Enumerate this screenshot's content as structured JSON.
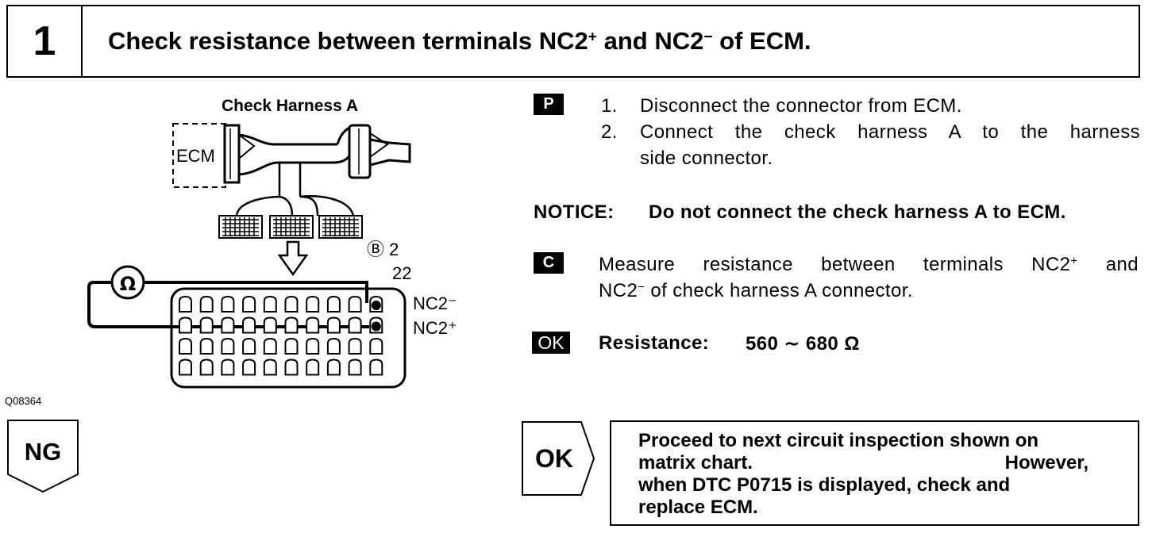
{
  "header": {
    "step_number": "1",
    "title_part1": "Check resistance between terminals NC2",
    "title_sup1": "+",
    "title_part2": " and NC2",
    "title_sup2": "−",
    "title_part3": " of ECM."
  },
  "diagram": {
    "heading": "Check Harness A",
    "ecm_label": "ECM",
    "connector_id": "Ⓑ 2",
    "connector_pins": "22",
    "ohm_symbol": "Ω",
    "terminal_1": "NC2⁻",
    "terminal_2": "NC2⁺"
  },
  "figure_code": "Q08364",
  "ng": {
    "label": "NG"
  },
  "procedure": {
    "p_badge": "P",
    "step1_num": "1.",
    "step1_text": "Disconnect the connector from ECM.",
    "step2_num": "2.",
    "step2_text": "Connect the check harness A to the harness",
    "step2_text_cont": "side connector.",
    "notice_label": "NOTICE:",
    "notice_text": "Do not connect the check harness A to ECM.",
    "c_badge": "C",
    "measure_part1": "Measure resistance between terminals NC2",
    "measure_sup1": "+",
    "measure_part2": " and",
    "measure_line2_part1": "NC2",
    "measure_sup2": "−",
    "measure_line2_part2": " of check harness A connector.",
    "ok_badge": "OK",
    "spec_label": "Resistance:",
    "spec_value": "560 ∼ 680 Ω"
  },
  "ok_result": {
    "label": "OK",
    "line1": "Proceed to next circuit inspection shown on",
    "line2_left": "matrix chart.",
    "line2_right": "However,",
    "line3": "when DTC P0715 is displayed, check and",
    "line4": "replace ECM."
  }
}
